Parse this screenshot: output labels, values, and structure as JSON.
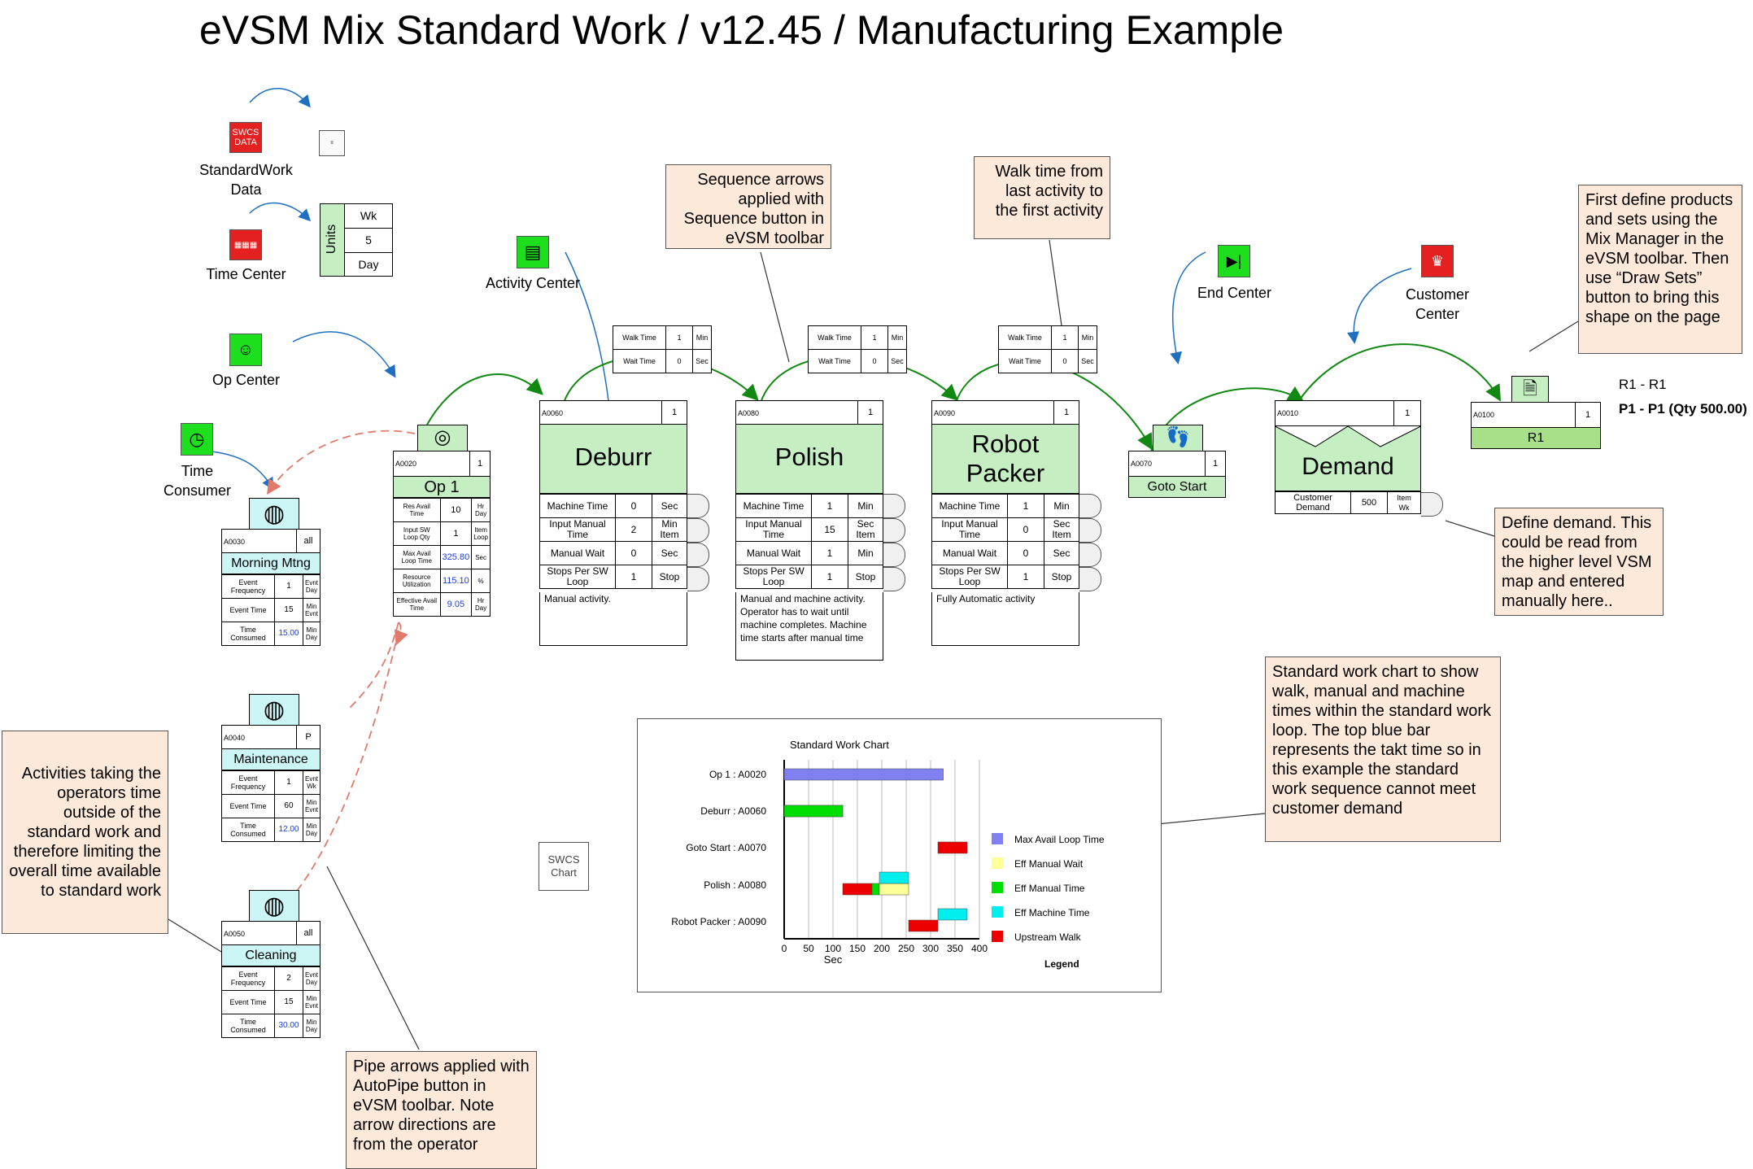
{
  "title": "eVSM Mix Standard Work / v12.45 / Manufacturing Example",
  "centers": {
    "swcs_icon": "SWCS\nDATA",
    "standard_work": "StandardWork\nData",
    "time_center": "Time Center",
    "op_center": "Op Center",
    "time_consumer": "Time\nConsumer",
    "activity_center": "Activity Center",
    "end_center": "End Center",
    "customer_center": "Customer\nCenter"
  },
  "units": {
    "label": "Units",
    "values": [
      "Wk",
      "5",
      "Day"
    ]
  },
  "notes": {
    "sequence": "Sequence arrows applied with Sequence button in eVSM toolbar",
    "walk": "Walk time from last activity to the first activity",
    "products": "First define products and sets using the Mix Manager in the eVSM toolbar. Then use “Draw Sets” button to bring this shape on the page",
    "demand": "Define demand. This could be read from the higher level VSM map and entered manually here..",
    "outside": "Activities taking the operators time outside of the standard work and therefore limiting the overall time available to standard work",
    "chart_note": "Standard work chart to show walk, manual and machine times within the standard work loop. The top blue bar represents the takt time so in this example the standard work sequence cannot meet customer demand",
    "pipe": "Pipe arrows applied with AutoPipe button in eVSM toolbar. Note arrow directions are from the operator"
  },
  "sets": {
    "r1": "R1 - R1",
    "p1": "P1 - P1 (Qty 500.00)"
  },
  "op1": {
    "id": "A0020",
    "qty": "1",
    "name": "Op 1",
    "rows": [
      {
        "k": "Res Avail Time",
        "v": "10",
        "u": "Hr\nDay"
      },
      {
        "k": "Input SW Loop Qty",
        "v": "1",
        "u": "Item\nLoop"
      },
      {
        "k": "Max Avail Loop Time",
        "v": "325.80",
        "u": "Sec"
      },
      {
        "k": "Resource Utilization",
        "v": "115.10",
        "u": "%"
      },
      {
        "k": "Effective Avail Time",
        "v": "9.05",
        "u": "Hr\nDay"
      }
    ]
  },
  "walks": [
    {
      "k1": "Walk Time",
      "v1": "1",
      "u1": "Min",
      "k2": "Wait Time",
      "v2": "0",
      "u2": "Sec"
    },
    {
      "k1": "Walk Time",
      "v1": "1",
      "u1": "Min",
      "k2": "Wait Time",
      "v2": "0",
      "u2": "Sec"
    },
    {
      "k1": "Walk Time",
      "v1": "1",
      "u1": "Min",
      "k2": "Wait Time",
      "v2": "0",
      "u2": "Sec"
    }
  ],
  "activities": [
    {
      "id": "A0060",
      "qty": "1",
      "name": "Deburr",
      "rows": [
        [
          "Machine Time",
          "0",
          "Sec"
        ],
        [
          "Input Manual Time",
          "2",
          "Min\nItem"
        ],
        [
          "Manual Wait",
          "0",
          "Sec"
        ],
        [
          "Stops Per SW Loop",
          "1",
          "Stop"
        ]
      ],
      "desc": "Manual activity."
    },
    {
      "id": "A0080",
      "qty": "1",
      "name": "Polish",
      "rows": [
        [
          "Machine Time",
          "1",
          "Min"
        ],
        [
          "Input Manual Time",
          "15",
          "Sec\nItem"
        ],
        [
          "Manual Wait",
          "1",
          "Min"
        ],
        [
          "Stops Per SW Loop",
          "1",
          "Stop"
        ]
      ],
      "desc": "Manual and machine activity. Operator has to wait until machine completes. Machine time starts after manual time"
    },
    {
      "id": "A0090",
      "qty": "1",
      "name": "Robot\nPacker",
      "rows": [
        [
          "Machine Time",
          "1",
          "Min"
        ],
        [
          "Input Manual Time",
          "0",
          "Sec\nItem"
        ],
        [
          "Manual Wait",
          "0",
          "Sec"
        ],
        [
          "Stops Per SW Loop",
          "1",
          "Stop"
        ]
      ],
      "desc": "Fully Automatic activity"
    }
  ],
  "goto": {
    "id": "A0070",
    "qty": "1",
    "name": "Goto Start"
  },
  "demand": {
    "id": "A0010",
    "qty": "1",
    "name": "Demand",
    "k": "Customer Demand",
    "v": "500",
    "u": "Item\nWk"
  },
  "r1box": {
    "id": "A0100",
    "qty": "1",
    "name": "R1"
  },
  "consumers": [
    {
      "id": "A0030",
      "qty": "all",
      "name": "Morning Mtng",
      "rows": [
        [
          "Event Frequency",
          "1",
          "Evnt\nDay"
        ],
        [
          "Event Time",
          "15",
          "Min\nEvnt"
        ],
        [
          "Time Consumed",
          "15.00",
          "Min\nDay"
        ]
      ]
    },
    {
      "id": "A0040",
      "qty": "P",
      "name": "Maintenance",
      "rows": [
        [
          "Event Frequency",
          "1",
          "Evnt\nWk"
        ],
        [
          "Event Time",
          "60",
          "Min\nEvnt"
        ],
        [
          "Time Consumed",
          "12.00",
          "Min\nDay"
        ]
      ]
    },
    {
      "id": "A0050",
      "qty": "all",
      "name": "Cleaning",
      "rows": [
        [
          "Event Frequency",
          "2",
          "Evnt\nDay"
        ],
        [
          "Event Time",
          "15",
          "Min\nEvnt"
        ],
        [
          "Time Consumed",
          "30.00",
          "Min\nDay"
        ]
      ]
    }
  ],
  "swcs_chart": "SWCS\nChart",
  "chart_data": {
    "type": "bar",
    "title": "Standard Work Chart",
    "xlabel": "Sec",
    "ylabel": "",
    "xlim": [
      0,
      400
    ],
    "xticks": [
      0,
      50,
      100,
      150,
      200,
      250,
      300,
      350,
      400
    ],
    "categories": [
      "Op 1 : A0020",
      "Deburr : A0060",
      "Goto Start : A0070",
      "Polish : A0080",
      "Robot Packer : A0090"
    ],
    "bars": [
      {
        "cat": 0,
        "series": "Max Avail Loop Time",
        "start": 0,
        "end": 326,
        "lane": 0
      },
      {
        "cat": 1,
        "series": "Eff Machine Time",
        "start": 0,
        "end": 120,
        "lane": 0
      },
      {
        "cat": 1,
        "series": "Eff Manual Time",
        "start": 0,
        "end": 120,
        "lane": 0
      },
      {
        "cat": 2,
        "series": "Upstream Walk",
        "start": 315,
        "end": 375,
        "lane": 0
      },
      {
        "cat": 3,
        "series": "Upstream Walk",
        "start": 120,
        "end": 180,
        "lane": 1
      },
      {
        "cat": 3,
        "series": "Eff Manual Time",
        "start": 180,
        "end": 195,
        "lane": 1
      },
      {
        "cat": 3,
        "series": "Eff Manual Wait",
        "start": 195,
        "end": 255,
        "lane": 1
      },
      {
        "cat": 3,
        "series": "Eff Machine Time",
        "start": 195,
        "end": 255,
        "lane": -1
      },
      {
        "cat": 4,
        "series": "Upstream Walk",
        "start": 255,
        "end": 315,
        "lane": 1
      },
      {
        "cat": 4,
        "series": "Eff Machine Time",
        "start": 315,
        "end": 375,
        "lane": -1
      }
    ],
    "legend_title": "Legend",
    "legend_position": "right",
    "series": [
      {
        "name": "Max Avail Loop Time",
        "color": "#8080f0"
      },
      {
        "name": "Eff Manual Wait",
        "color": "#ffff99"
      },
      {
        "name": "Eff Manual Time",
        "color": "#00dd00"
      },
      {
        "name": "Eff Machine Time",
        "color": "#00eeee"
      },
      {
        "name": "Upstream Walk",
        "color": "#ee0000"
      }
    ]
  }
}
